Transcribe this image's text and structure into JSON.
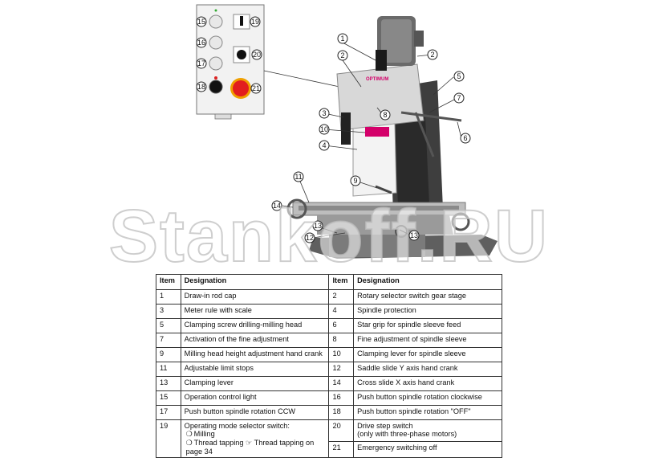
{
  "panel_callouts": [
    "15",
    "16",
    "17",
    "18",
    "19",
    "20",
    "21"
  ],
  "machine_callouts": [
    "1",
    "2",
    "2",
    "3",
    "4",
    "5",
    "6",
    "7",
    "8",
    "9",
    "10",
    "11",
    "12",
    "13",
    "13",
    "14"
  ],
  "watermark": "Stankoff.RU",
  "brand_label": "OPTIMUM",
  "table": {
    "headers": [
      "Item",
      "Designation",
      "Item",
      "Designation"
    ],
    "rows": [
      {
        "i1": "1",
        "d1": "Draw-in rod cap",
        "i2": "2",
        "d2": "Rotary selector switch gear stage"
      },
      {
        "i1": "3",
        "d1": "Meter rule with scale",
        "i2": "4",
        "d2": "Spindle protection"
      },
      {
        "i1": "5",
        "d1": "Clamping screw drilling-milling head",
        "i2": "6",
        "d2": "Star grip for spindle sleeve feed"
      },
      {
        "i1": "7",
        "d1": "Activation of the fine adjustment",
        "i2": "8",
        "d2": "Fine adjustment of spindle sleeve"
      },
      {
        "i1": "9",
        "d1": "Milling head height adjustment hand crank",
        "i2": "10",
        "d2": "Clamping lever for spindle sleeve"
      },
      {
        "i1": "11",
        "d1": "Adjustable limit stops",
        "i2": "12",
        "d2": "Saddle slide Y axis hand crank"
      },
      {
        "i1": "13",
        "d1": "Clamping lever",
        "i2": "14",
        "d2": "Cross slide X axis hand crank"
      },
      {
        "i1": "15",
        "d1": "Operation control light",
        "i2": "16",
        "d2": "Push button spindle rotation clockwise"
      },
      {
        "i1": "17",
        "d1": "Push button spindle rotation CCW",
        "i2": "18",
        "d2": "Push button spindle rotation \"OFF\""
      }
    ],
    "row19": {
      "i1": "19",
      "d1": "Operating mode selector switch:",
      "opt1": "Milling",
      "opt2": "Thread tapping ☞  Thread tapping on page 34",
      "i2a": "20",
      "d2a": "Drive step switch",
      "d2a_sub": "(only with three-phase motors)",
      "i2b": "21",
      "d2b": "Emergency switching off"
    }
  }
}
